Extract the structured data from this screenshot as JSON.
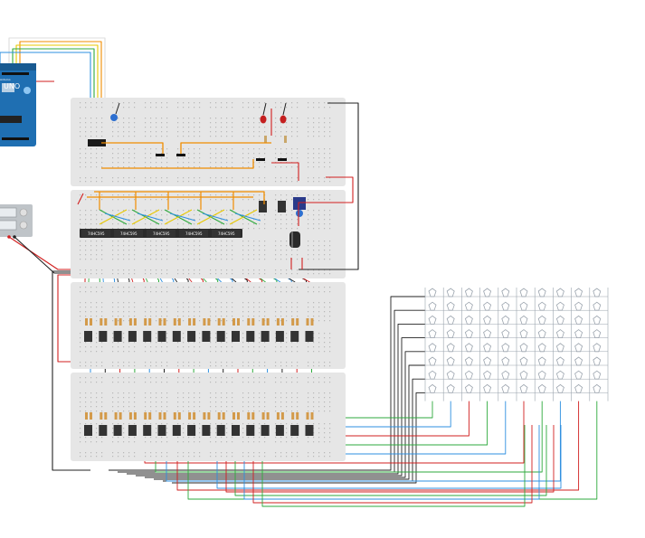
{
  "arduino": {
    "board_label": "UNO",
    "brand_text": "Arduino"
  },
  "shift_registers": [
    {
      "label": "74HC595"
    },
    {
      "label": "74HC595"
    },
    {
      "label": "74HC595"
    },
    {
      "label": "74HC595"
    },
    {
      "label": "74HC595"
    }
  ],
  "colors": {
    "breadboard": "#e6e6e6",
    "arduino": "#1f6fb2",
    "wire_red": "#d21f1f",
    "wire_orange": "#f08c00",
    "wire_yellow": "#e8c800",
    "wire_green": "#2eaa3c",
    "wire_blue": "#2d8fe0",
    "wire_black": "#222222",
    "led_matrix": "#9aa3ad"
  },
  "components": {
    "blue_led": "blue-led",
    "red_leds": 2,
    "potentiometer": "potentiometer",
    "capacitor": "capacitor",
    "power_supply": "power-supply"
  },
  "led_matrix": {
    "rows": 8,
    "cols": 10
  },
  "transistor_rows": {
    "count": 2,
    "per_row": 16
  }
}
